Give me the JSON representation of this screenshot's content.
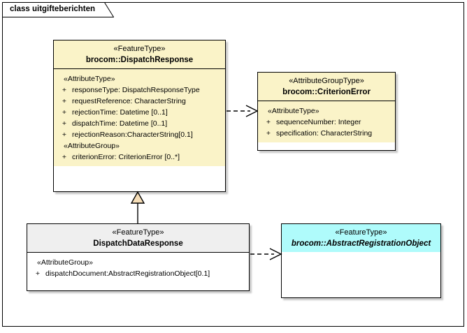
{
  "frame": {
    "label": "class uitgifteberichten"
  },
  "classes": [
    {
      "id": "dispatch-response",
      "stereotype": "«FeatureType»",
      "name": "brocom::DispatchResponse",
      "abstract": false,
      "color": "#FAF3C8",
      "compartments": [
        {
          "group": "«AttributeType»",
          "attributes": [
            {
              "visibility": "+",
              "text": "responseType: DispatchResponseType"
            },
            {
              "visibility": "+",
              "text": "requestReference: CharacterString"
            },
            {
              "visibility": "+",
              "text": "rejectionTime: Datetime [0..1]"
            },
            {
              "visibility": "+",
              "text": "dispatchTime: Datetime [0..1]"
            },
            {
              "visibility": "+",
              "text": "rejectionReason:CharacterString[0.1]"
            }
          ]
        },
        {
          "group": "«AttributeGroup»",
          "attributes": [
            {
              "visibility": "+",
              "text": "criterionError: CriterionError [0..*]"
            }
          ]
        }
      ]
    },
    {
      "id": "criterion-error",
      "stereotype": "«AttributeGroupType»",
      "name": "brocom::CriterionError",
      "abstract": false,
      "color": "#FAF3C8",
      "compartments": [
        {
          "group": "«AttributeType»",
          "attributes": [
            {
              "visibility": "+",
              "text": "sequenceNumber: Integer"
            },
            {
              "visibility": "+",
              "text": "specification: CharacterString"
            }
          ]
        }
      ]
    },
    {
      "id": "dispatch-data-response",
      "stereotype": "«FeatureType»",
      "name": "DispatchDataResponse",
      "abstract": false,
      "color": "#EFEFEF",
      "compartments": [
        {
          "group": "«AttributeGroup»",
          "attributes": [
            {
              "visibility": "+",
              "text": "dispatchDocument:AbstractRegistrationObject[0.1]"
            }
          ]
        }
      ]
    },
    {
      "id": "abstract-registration-object",
      "stereotype": "«FeatureType»",
      "name": "brocom::AbstractRegistrationObject",
      "abstract": true,
      "color": "#AFFBFB",
      "compartments": []
    }
  ],
  "connectors": [
    {
      "id": "dispatch-response-to-criterion-error",
      "kind": "dependency",
      "style": "dashed-open-arrow",
      "from": "dispatch-response",
      "to": "criterion-error"
    },
    {
      "id": "dispatch-data-response-to-abstract-registration-object",
      "kind": "dependency",
      "style": "dashed-open-arrow",
      "from": "dispatch-data-response",
      "to": "abstract-registration-object"
    },
    {
      "id": "dispatch-data-response-generalizes-dispatch-response",
      "kind": "generalization",
      "style": "solid-hollow-triangle",
      "from": "dispatch-data-response",
      "to": "dispatch-response"
    }
  ],
  "colors": {
    "class_yellow": "#FAF3C8",
    "class_gray_header": "#EFEFEF",
    "class_cyan": "#AFFBFB",
    "generalization_triangle": "#F6DEB8",
    "border": "#000000",
    "canvas": "#FFFFFF"
  }
}
